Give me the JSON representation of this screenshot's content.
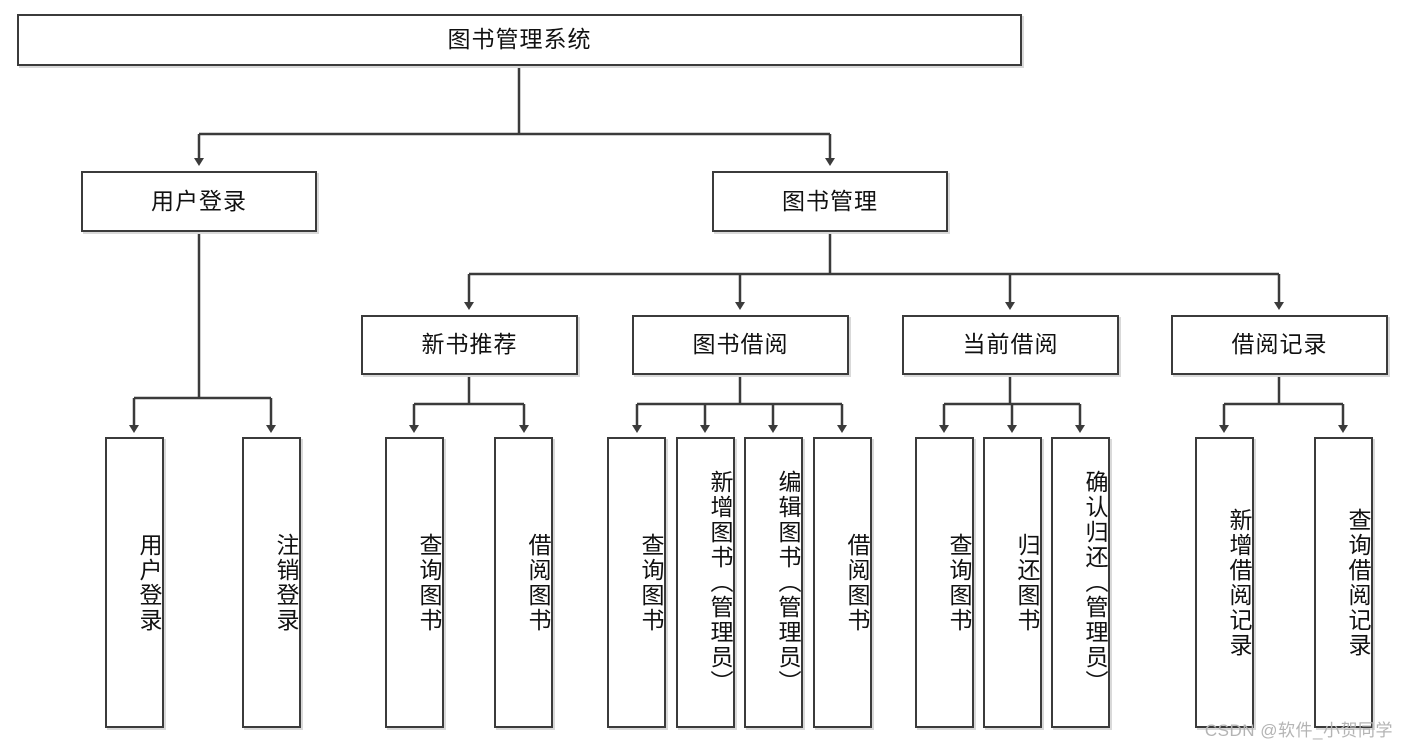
{
  "diagram": {
    "title": "图书管理系统",
    "root": {
      "label": "图书管理系统"
    },
    "level2": [
      {
        "label": "用户登录"
      },
      {
        "label": "图书管理"
      }
    ],
    "level3": [
      {
        "label": "新书推荐"
      },
      {
        "label": "图书借阅"
      },
      {
        "label": "当前借阅"
      },
      {
        "label": "借阅记录"
      }
    ],
    "leaves": {
      "user_login": [
        {
          "label": "用户登录"
        },
        {
          "label": "注销登录"
        }
      ],
      "new_book_recommend": [
        {
          "label": "查询图书"
        },
        {
          "label": "借阅图书"
        }
      ],
      "book_borrow": [
        {
          "label": "查询图书"
        },
        {
          "label": "新增图书（管理员）"
        },
        {
          "label": "编辑图书（管理员）"
        },
        {
          "label": "借阅图书"
        }
      ],
      "current_borrow": [
        {
          "label": "查询图书"
        },
        {
          "label": "归还图书"
        },
        {
          "label": "确认归还（管理员）"
        }
      ],
      "borrow_record": [
        {
          "label": "新增借阅记录"
        },
        {
          "label": "查询借阅记录"
        }
      ]
    },
    "watermark": "CSDN @软件_小贺同学",
    "colors": {
      "border": "#3b3b3b",
      "text": "#111111",
      "background": "#ffffff",
      "watermark": "#b4b4b4"
    }
  }
}
